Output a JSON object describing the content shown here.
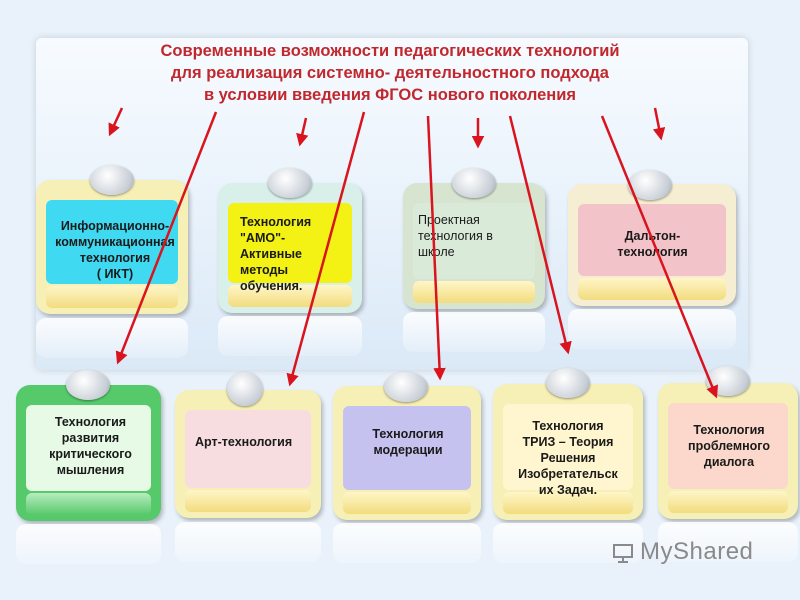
{
  "title": {
    "line1": "Современные возможности педагогических технологий",
    "line2": "для реализация  системно- деятельностного подхода",
    "line3": "в условии введения ФГОС  нового поколения"
  },
  "cards": {
    "ikt": "Информационно-\nкоммуникационная\nтехнология\n( ИКТ)",
    "amo": "Технология\n\"АМО\"-\nАктивные\nметоды\nобучения.",
    "project": "Проектная\nтехнология в\nшколе",
    "dalton": "Дальтон-\nтехнология",
    "critical": "Технология\nразвития\nкритического\nмышления",
    "art": "Арт-технология",
    "moderation": "Технология\nмодерации",
    "triz": "Технология\nТРИЗ – Теория\nРешения\nИзобретательск\nих Задач.",
    "problem": "Технология\nпроблемного\nдиалога"
  },
  "colors": {
    "title": "#c0282d",
    "arrow": "#d9141e",
    "ikt": "#3fd9f2",
    "amo": "#f4f214",
    "project": "#d9ead9",
    "dalton": "#f2c4c9",
    "critical": "#e6fae6",
    "art": "#f7dde0",
    "moderation": "#c5c2ef",
    "triz": "#fff6d0",
    "problem": "#fbd8cb"
  },
  "watermark": {
    "icon": "presentation-board-icon",
    "text": "MyShared"
  }
}
